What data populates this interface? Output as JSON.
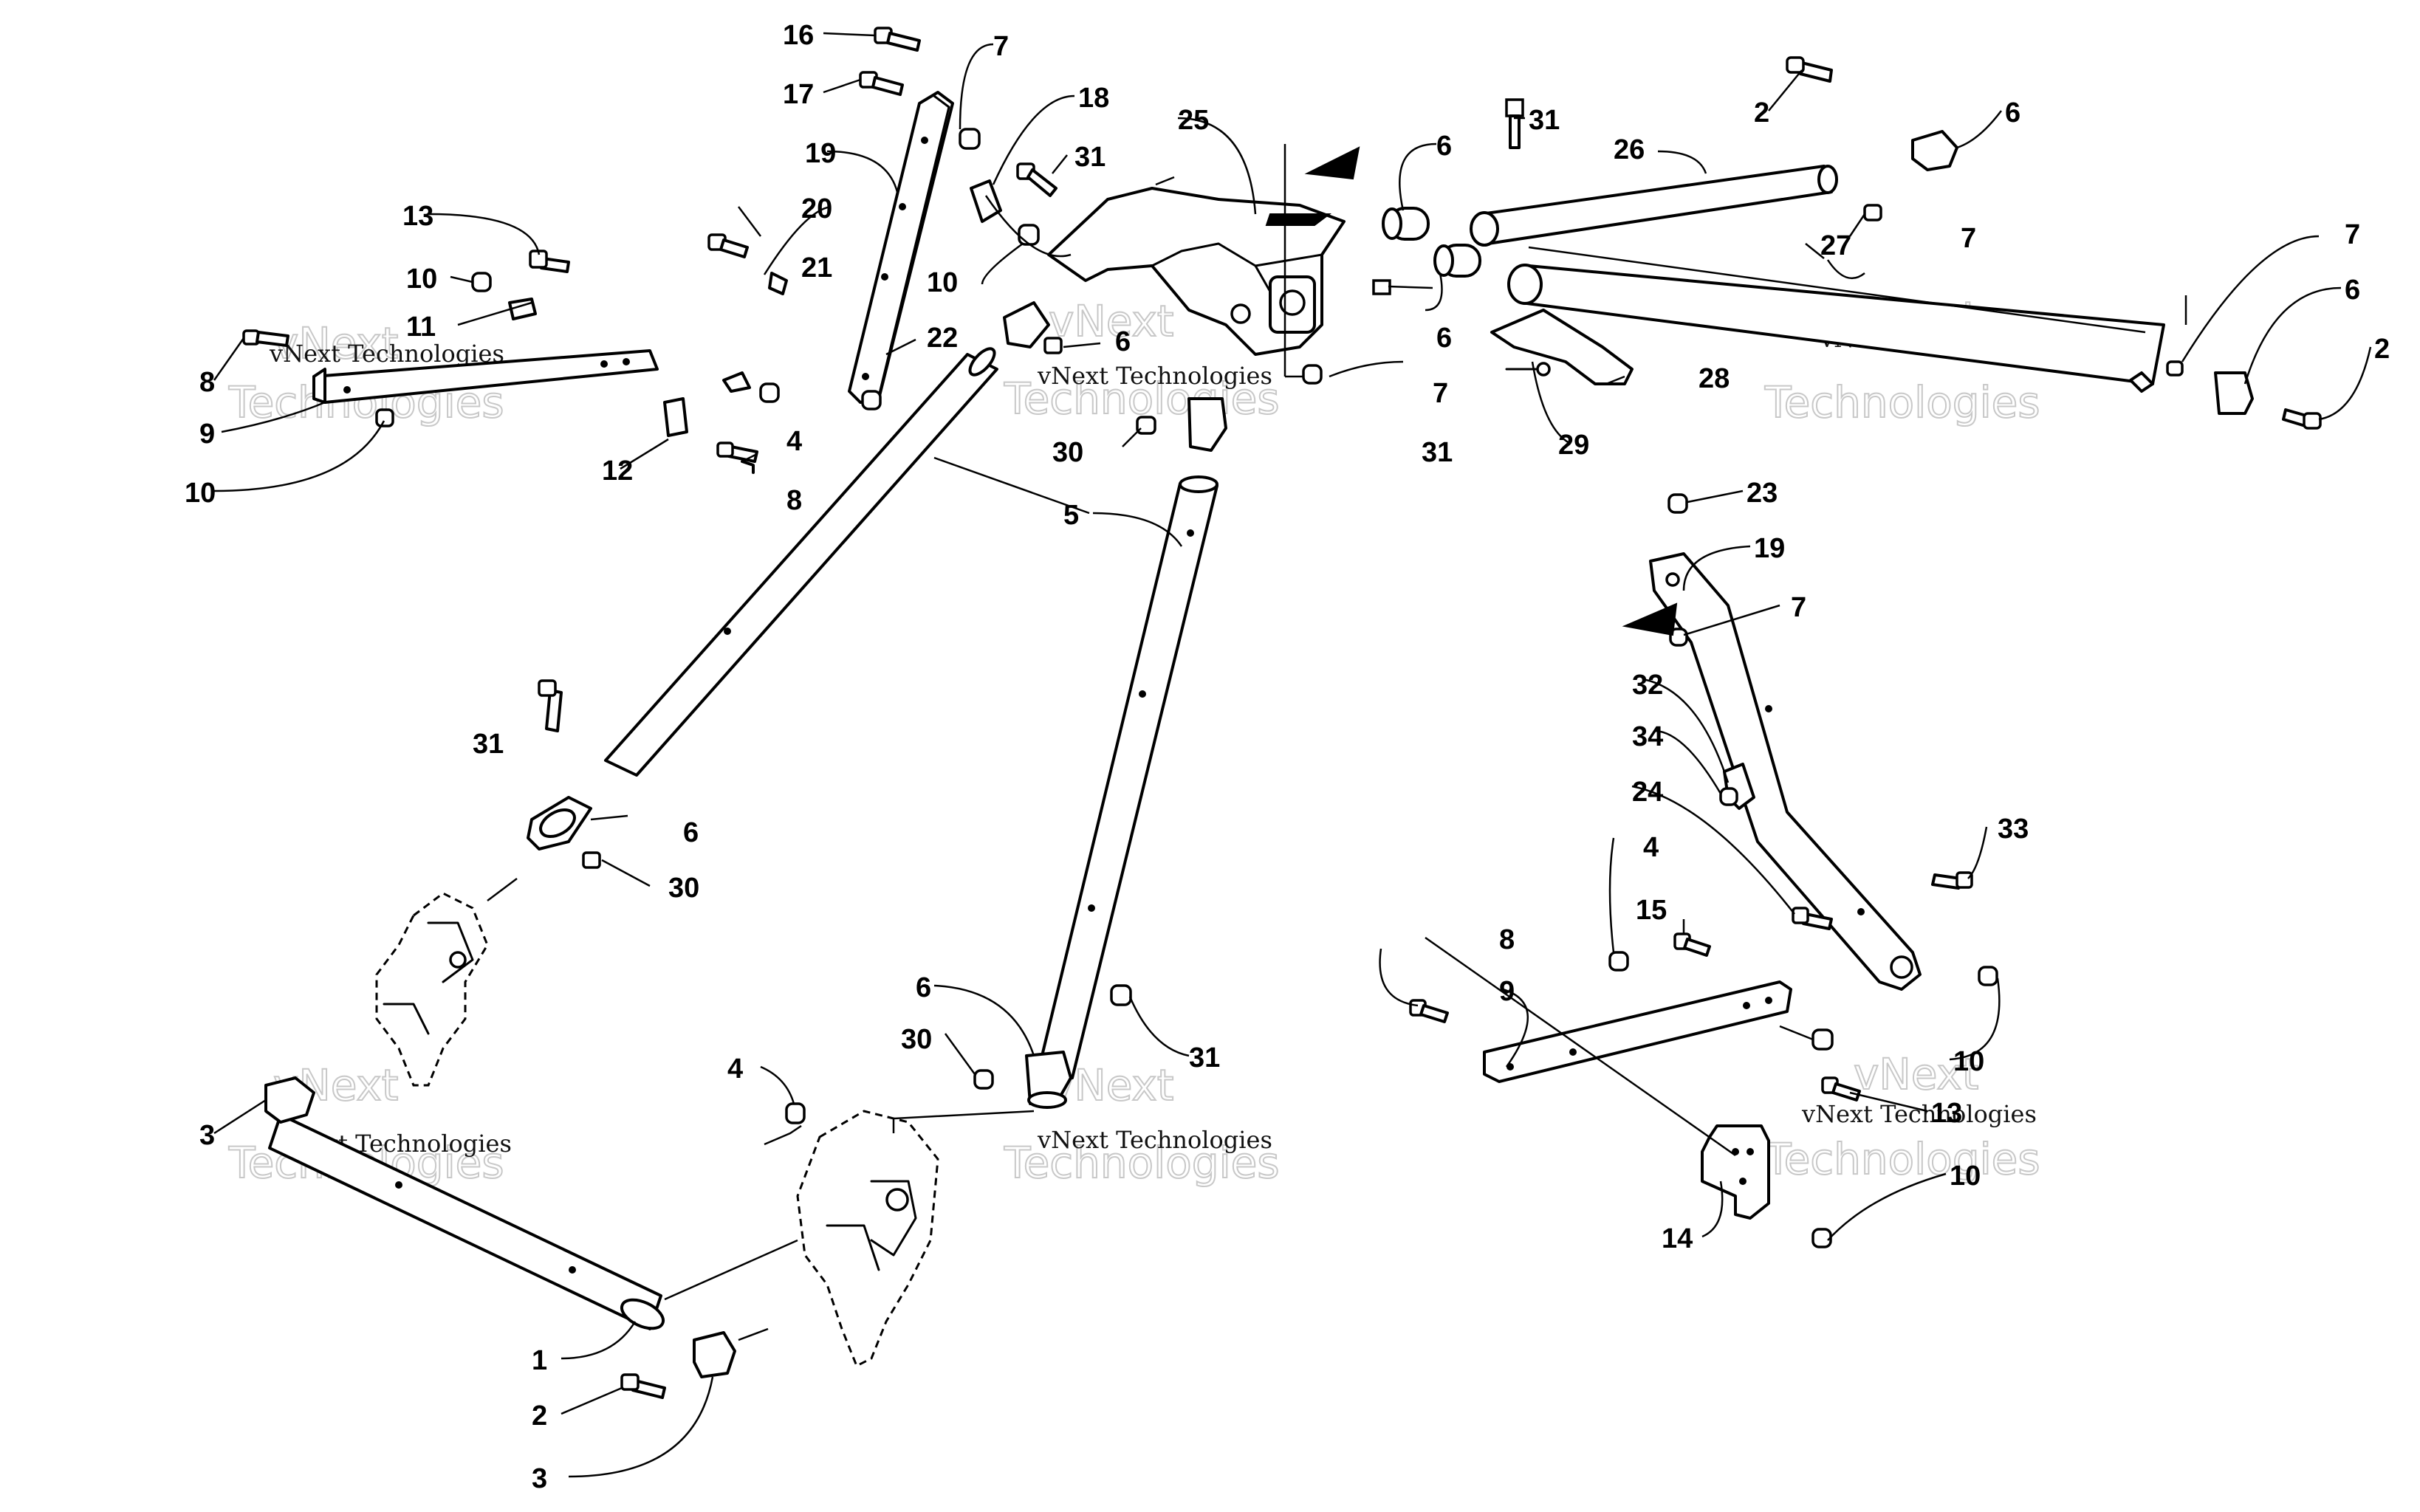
{
  "watermark": {
    "brand": "vNext",
    "small": "vNext Technologies",
    "large": "Technologies"
  },
  "callouts": [
    {
      "id": "c16",
      "text": "16"
    },
    {
      "id": "c17",
      "text": "17"
    },
    {
      "id": "c7a",
      "text": "7"
    },
    {
      "id": "c18",
      "text": "18"
    },
    {
      "id": "c19a",
      "text": "19"
    },
    {
      "id": "c31a",
      "text": "31"
    },
    {
      "id": "c25",
      "text": "25"
    },
    {
      "id": "c31b",
      "text": "31"
    },
    {
      "id": "c6a",
      "text": "6"
    },
    {
      "id": "c26",
      "text": "26"
    },
    {
      "id": "c2a",
      "text": "2"
    },
    {
      "id": "c6b",
      "text": "6"
    },
    {
      "id": "c13a",
      "text": "13"
    },
    {
      "id": "c20",
      "text": "20"
    },
    {
      "id": "c21",
      "text": "21"
    },
    {
      "id": "c10a",
      "text": "10"
    },
    {
      "id": "c10b",
      "text": "10"
    },
    {
      "id": "c11",
      "text": "11"
    },
    {
      "id": "c7b",
      "text": "7"
    },
    {
      "id": "c27",
      "text": "27"
    },
    {
      "id": "c7c",
      "text": "7"
    },
    {
      "id": "c6c",
      "text": "6"
    },
    {
      "id": "c8a",
      "text": "8"
    },
    {
      "id": "c22",
      "text": "22"
    },
    {
      "id": "c6d",
      "text": "6"
    },
    {
      "id": "c6e",
      "text": "6"
    },
    {
      "id": "c2b",
      "text": "2"
    },
    {
      "id": "c9a",
      "text": "9"
    },
    {
      "id": "c7d",
      "text": "7"
    },
    {
      "id": "c28",
      "text": "28"
    },
    {
      "id": "c4a",
      "text": "4"
    },
    {
      "id": "c30a",
      "text": "30"
    },
    {
      "id": "c31c",
      "text": "31"
    },
    {
      "id": "c29",
      "text": "29"
    },
    {
      "id": "c10c",
      "text": "10"
    },
    {
      "id": "c12",
      "text": "12"
    },
    {
      "id": "c8b",
      "text": "8"
    },
    {
      "id": "c5",
      "text": "5"
    },
    {
      "id": "c23",
      "text": "23"
    },
    {
      "id": "c19b",
      "text": "19"
    },
    {
      "id": "c7e",
      "text": "7"
    },
    {
      "id": "c32",
      "text": "32"
    },
    {
      "id": "c31d",
      "text": "31"
    },
    {
      "id": "c34",
      "text": "34"
    },
    {
      "id": "c6f",
      "text": "6"
    },
    {
      "id": "c24",
      "text": "24"
    },
    {
      "id": "c33",
      "text": "33"
    },
    {
      "id": "c30b",
      "text": "30"
    },
    {
      "id": "c4b",
      "text": "4"
    },
    {
      "id": "c15",
      "text": "15"
    },
    {
      "id": "c8c",
      "text": "8"
    },
    {
      "id": "c9b",
      "text": "9"
    },
    {
      "id": "c6g",
      "text": "6"
    },
    {
      "id": "c30c",
      "text": "30"
    },
    {
      "id": "c31e",
      "text": "31"
    },
    {
      "id": "c10d",
      "text": "10"
    },
    {
      "id": "c4c",
      "text": "4"
    },
    {
      "id": "c13b",
      "text": "13"
    },
    {
      "id": "c3a",
      "text": "3"
    },
    {
      "id": "c10e",
      "text": "10"
    },
    {
      "id": "c14",
      "text": "14"
    },
    {
      "id": "c1",
      "text": "1"
    },
    {
      "id": "c2c",
      "text": "2"
    },
    {
      "id": "c3b",
      "text": "3"
    }
  ]
}
